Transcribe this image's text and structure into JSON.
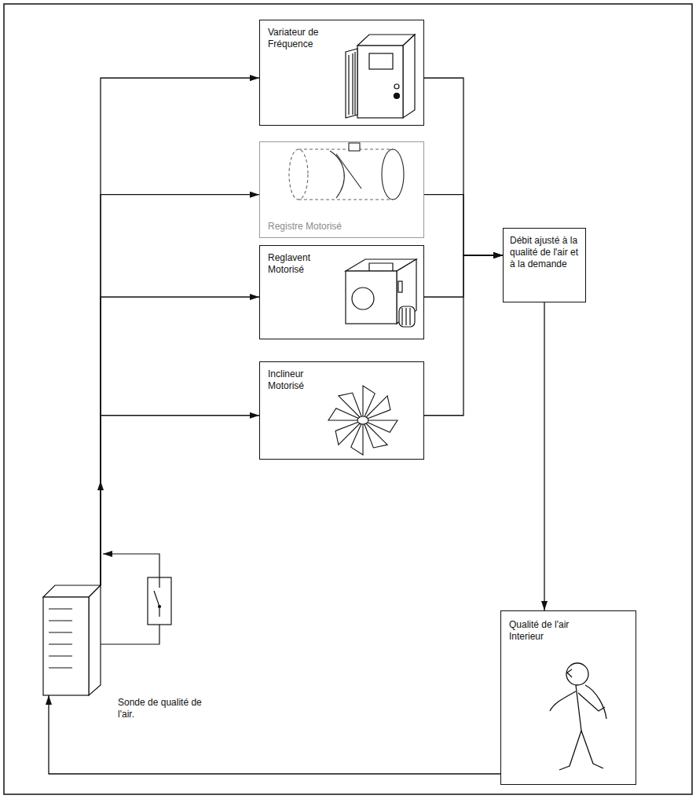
{
  "diagram": {
    "nodes": [
      {
        "text": [
          "Variateur de Fréquence"
        ]
      },
      {
        "text": [
          "Registre Motorisé"
        ]
      },
      {
        "text": [
          "Reglavent Motorisé"
        ]
      },
      {
        "text": [
          "Inclineur Motorisé"
        ]
      },
      {
        "text": [
          "Débit ajusté à la qualité de l'air et à la demande"
        ]
      },
      {
        "text": [
          "Qualité de l'air Interieur"
        ]
      },
      {
        "text": [
          "Sonde de qualité de l'air."
        ]
      }
    ],
    "edges": [
      {
        "from": 6,
        "to": 0,
        "arrow": "to"
      },
      {
        "from": 6,
        "to": 1,
        "arrow": "to"
      },
      {
        "from": 6,
        "to": 2,
        "arrow": "to"
      },
      {
        "from": 6,
        "to": 3,
        "arrow": "to"
      },
      {
        "from": 0,
        "to": 4,
        "arrow": "to"
      },
      {
        "from": 1,
        "to": 4,
        "arrow": "to"
      },
      {
        "from": 2,
        "to": 4,
        "arrow": "to"
      },
      {
        "from": 3,
        "to": 4,
        "arrow": "to"
      },
      {
        "from": 4,
        "to": 5,
        "arrow": "to"
      },
      {
        "from": 5,
        "to": 6,
        "arrow": "to"
      }
    ]
  }
}
